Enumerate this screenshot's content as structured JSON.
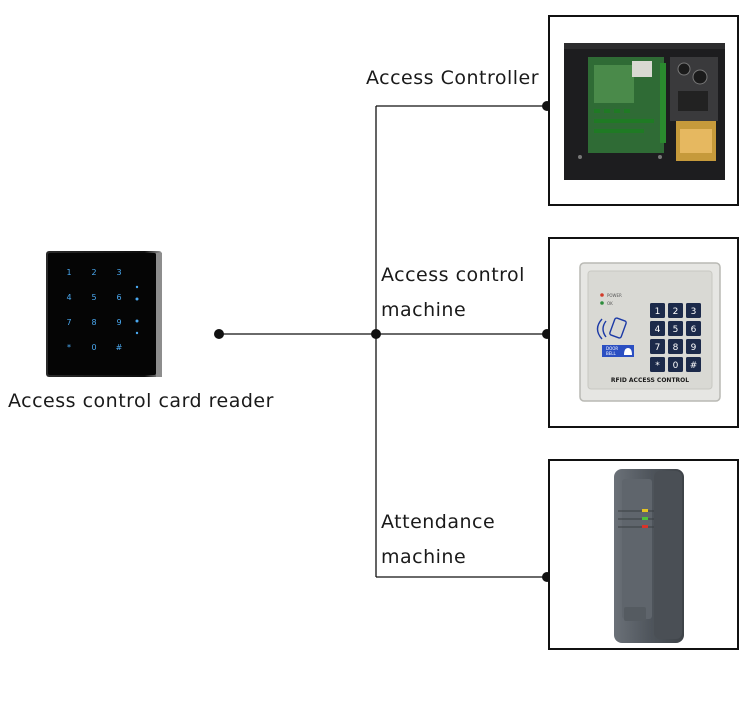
{
  "diagram": {
    "reader": {
      "label": "Access control card reader",
      "keys": [
        "1",
        "2",
        "3",
        "4",
        "5",
        "6",
        "7",
        "8",
        "9",
        "*",
        "0",
        "#"
      ]
    },
    "devices": [
      {
        "label_lines": [
          "Access Controller"
        ]
      },
      {
        "label_lines": [
          "Access control",
          "machine"
        ],
        "panel": {
          "led_labels": [
            "POWER",
            "OK"
          ],
          "keys": [
            "1",
            "2",
            "3",
            "4",
            "5",
            "6",
            "7",
            "8",
            "9",
            "*",
            "0",
            "#"
          ],
          "bell_text": [
            "DOOR",
            "BELL"
          ],
          "brand_text": "RFID ACCESS CONTROL"
        }
      },
      {
        "label_lines": [
          "Attendance",
          "machine"
        ]
      }
    ],
    "colors": {
      "line": "#111111",
      "reader_glow": "#3a8fd6",
      "panel_body": "#e6e6e3",
      "panel_key": "#1c2a4a",
      "attendance_body": "#5b6168"
    }
  }
}
